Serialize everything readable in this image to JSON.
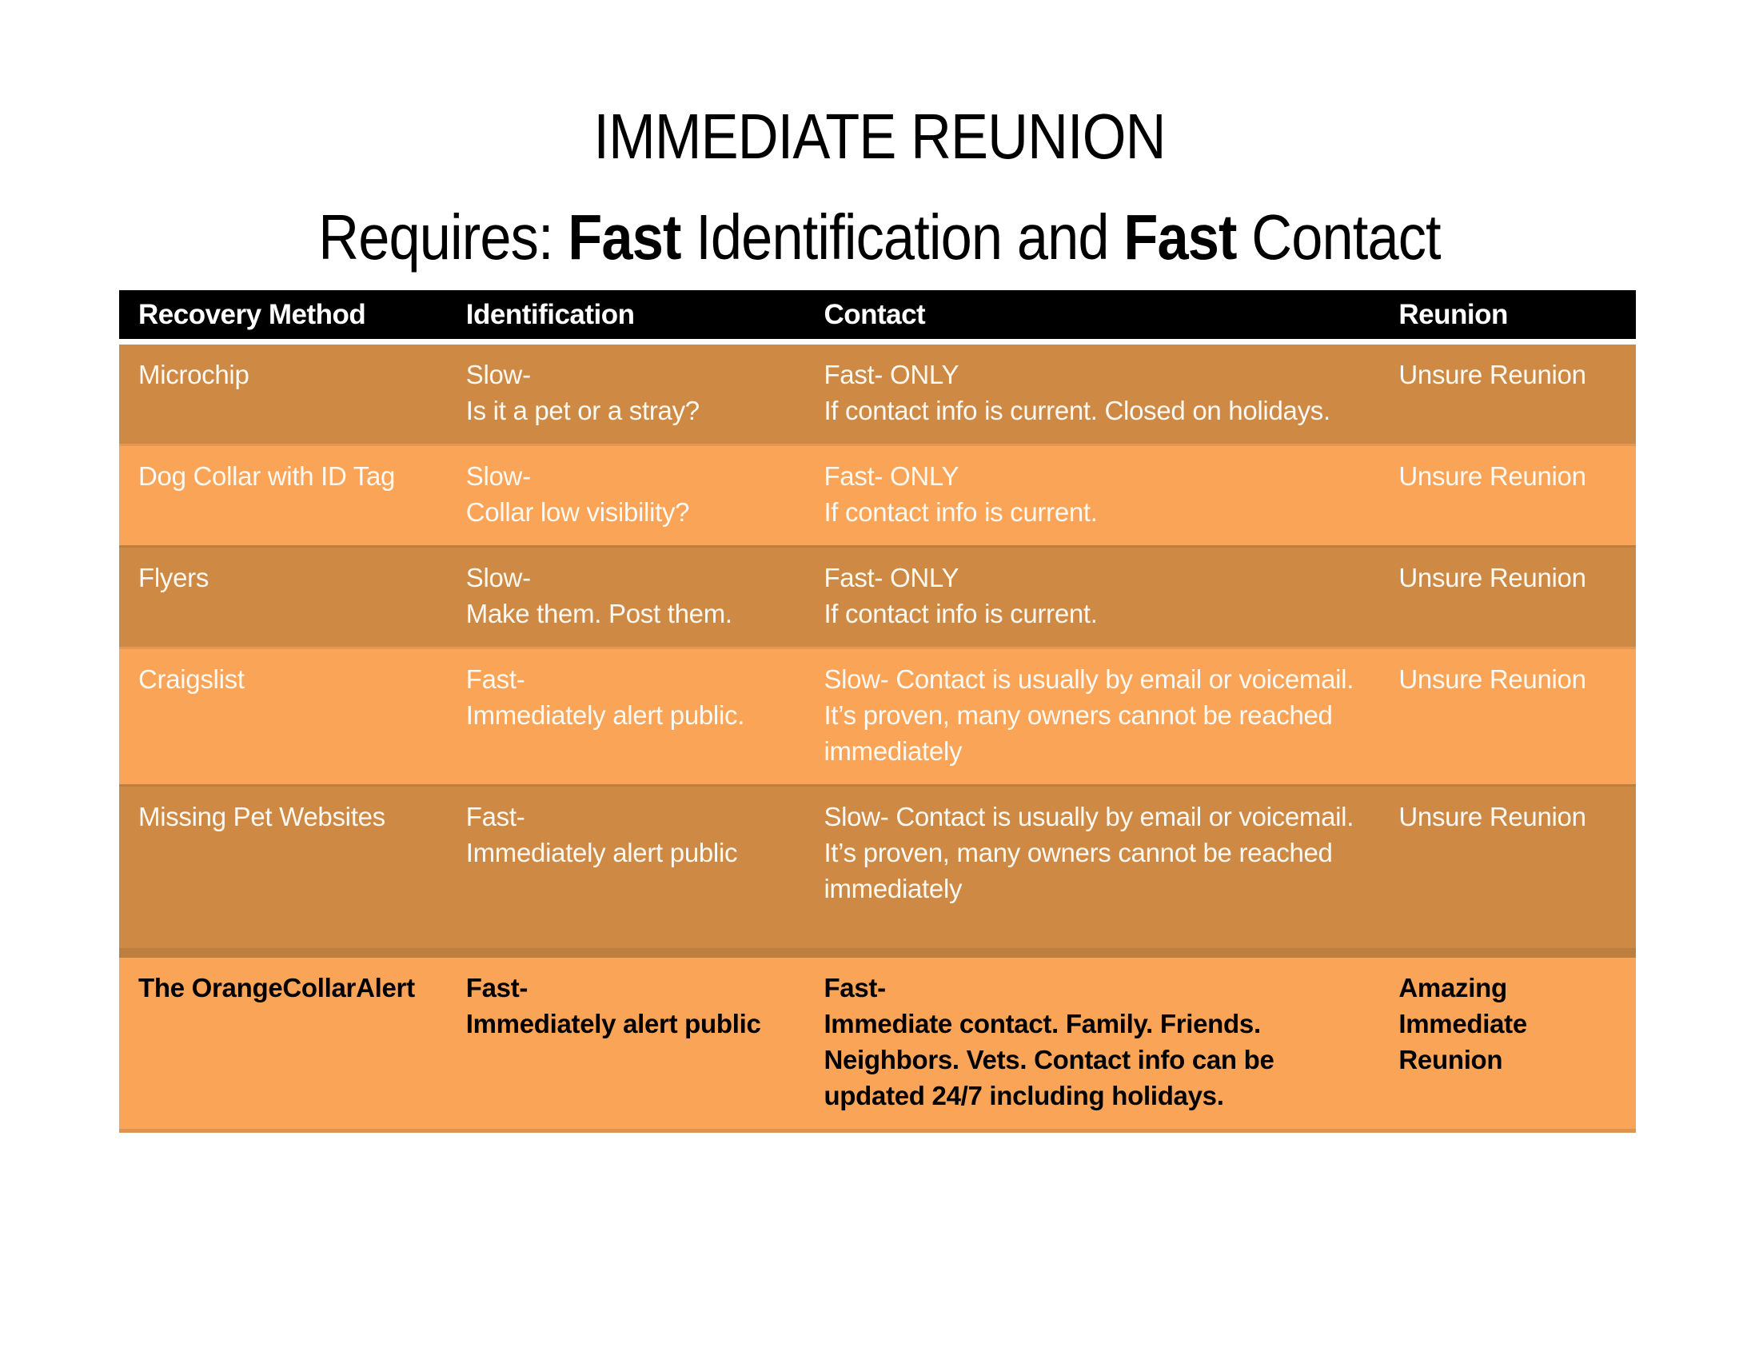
{
  "title": {
    "line1": "IMMEDIATE REUNION",
    "line2": {
      "prefix": "Requires: ",
      "bold1": "Fast",
      "mid": " Identification and ",
      "bold2": "Fast",
      "suffix": " Contact"
    }
  },
  "table": {
    "headers": [
      "Recovery Method",
      "Identification",
      "Contact",
      "Reunion"
    ],
    "rows": [
      {
        "method": "Microchip",
        "identification": "Slow-\nIs it a pet or a stray?",
        "contact": "Fast- ONLY\nIf contact info is current. Closed on holidays.",
        "reunion": "Unsure Reunion",
        "shade": "dark",
        "emphasis": false,
        "tall": false
      },
      {
        "method": "Dog Collar with ID Tag",
        "identification": "Slow-\nCollar low visibility?",
        "contact": "Fast- ONLY\nIf contact info is current.",
        "reunion": "Unsure Reunion",
        "shade": "light",
        "emphasis": false,
        "tall": false
      },
      {
        "method": "Flyers",
        "identification": "Slow-\nMake them. Post them.",
        "contact": "Fast- ONLY\nIf contact info is current.",
        "reunion": "Unsure Reunion",
        "shade": "dark",
        "emphasis": false,
        "tall": false
      },
      {
        "method": "Craigslist",
        "identification": "Fast-\nImmediately alert public.",
        "contact": "Slow- Contact is usually by email or voicemail. It’s proven, many owners cannot be reached immediately",
        "reunion": "Unsure Reunion",
        "shade": "light",
        "emphasis": false,
        "tall": false
      },
      {
        "method": "Missing Pet Websites",
        "identification": "Fast-\nImmediately alert public",
        "contact": "Slow- Contact is usually by email or voicemail. It’s proven, many owners cannot be reached immediately",
        "reunion": "Unsure Reunion",
        "shade": "dark",
        "emphasis": false,
        "tall": true
      },
      {
        "method": "The OrangeCollarAlert",
        "identification": "Fast-\nImmediately alert public",
        "contact": "Fast-\nImmediate contact. Family. Friends. Neighbors. Vets. Contact info can be updated 24/7 including holidays.",
        "reunion": "Amazing Immediate Reunion",
        "shade": "light",
        "emphasis": true,
        "tall": false
      }
    ]
  },
  "colors": {
    "header_bg": "#000000",
    "dark_row": "#CE8A45",
    "light_row": "#FAA458",
    "row_text": "#FCF8F2",
    "emphasis_text": "#000000"
  }
}
